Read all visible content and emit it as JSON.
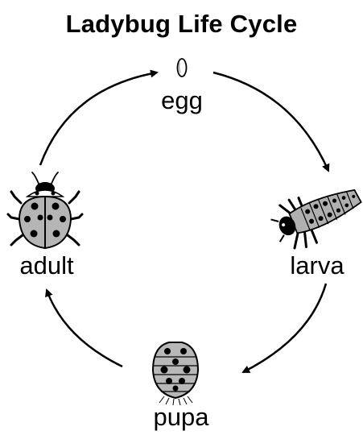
{
  "title": "Ladybug Life Cycle",
  "stages": {
    "egg": "egg",
    "larva": "larva",
    "pupa": "pupa",
    "adult": "adult"
  }
}
